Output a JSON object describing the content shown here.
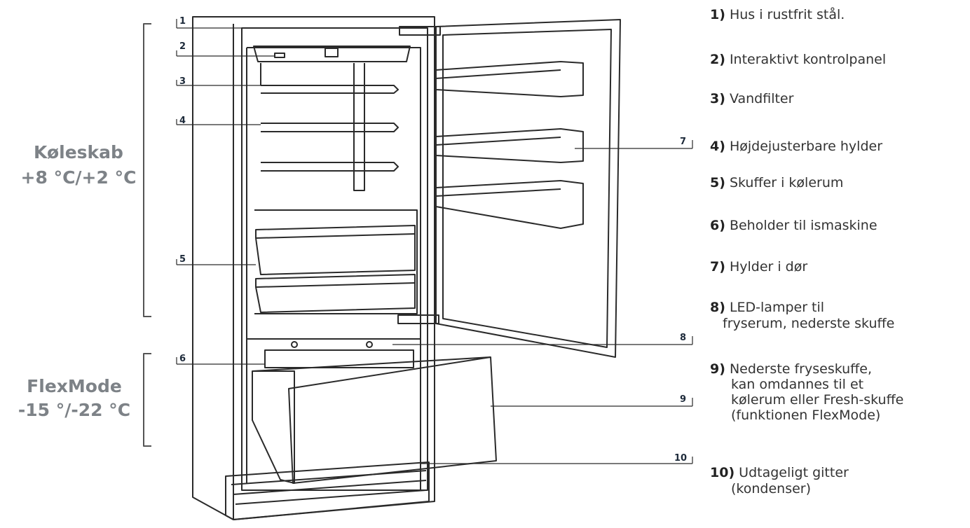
{
  "zones": {
    "fridge": {
      "name": "Køleskab",
      "temp": "+8 °C/+2 °C"
    },
    "flex": {
      "name": "FlexMode",
      "temp": "-15 °/-22 °C"
    }
  },
  "callouts": [
    "1",
    "2",
    "3",
    "4",
    "5",
    "6",
    "7",
    "8",
    "9",
    "10"
  ],
  "legend": [
    {
      "num": "1)",
      "lines": [
        "Hus i rustfrit stål."
      ]
    },
    {
      "num": "2)",
      "lines": [
        "Interaktivt kontrolpanel"
      ]
    },
    {
      "num": "3)",
      "lines": [
        "Vandfilter"
      ]
    },
    {
      "num": "4)",
      "lines": [
        "Højdejusterbare hylder"
      ]
    },
    {
      "num": "5)",
      "lines": [
        "Skuffer i kølerum"
      ]
    },
    {
      "num": "6)",
      "lines": [
        "Beholder til ismaskine"
      ]
    },
    {
      "num": "7)",
      "lines": [
        "Hylder i dør"
      ]
    },
    {
      "num": "8)",
      "lines": [
        "LED-lamper til",
        "fryserum, nederste skuffe"
      ]
    },
    {
      "num": "9)",
      "lines": [
        "Nederste fryseskuffe,",
        "kan omdannes til et",
        "kølerum eller Fresh-skuffe",
        "(funktionen FlexMode)"
      ]
    },
    {
      "num": "10)",
      "lines": [
        "Udtageligt gitter",
        "(kondenser)"
      ]
    }
  ]
}
